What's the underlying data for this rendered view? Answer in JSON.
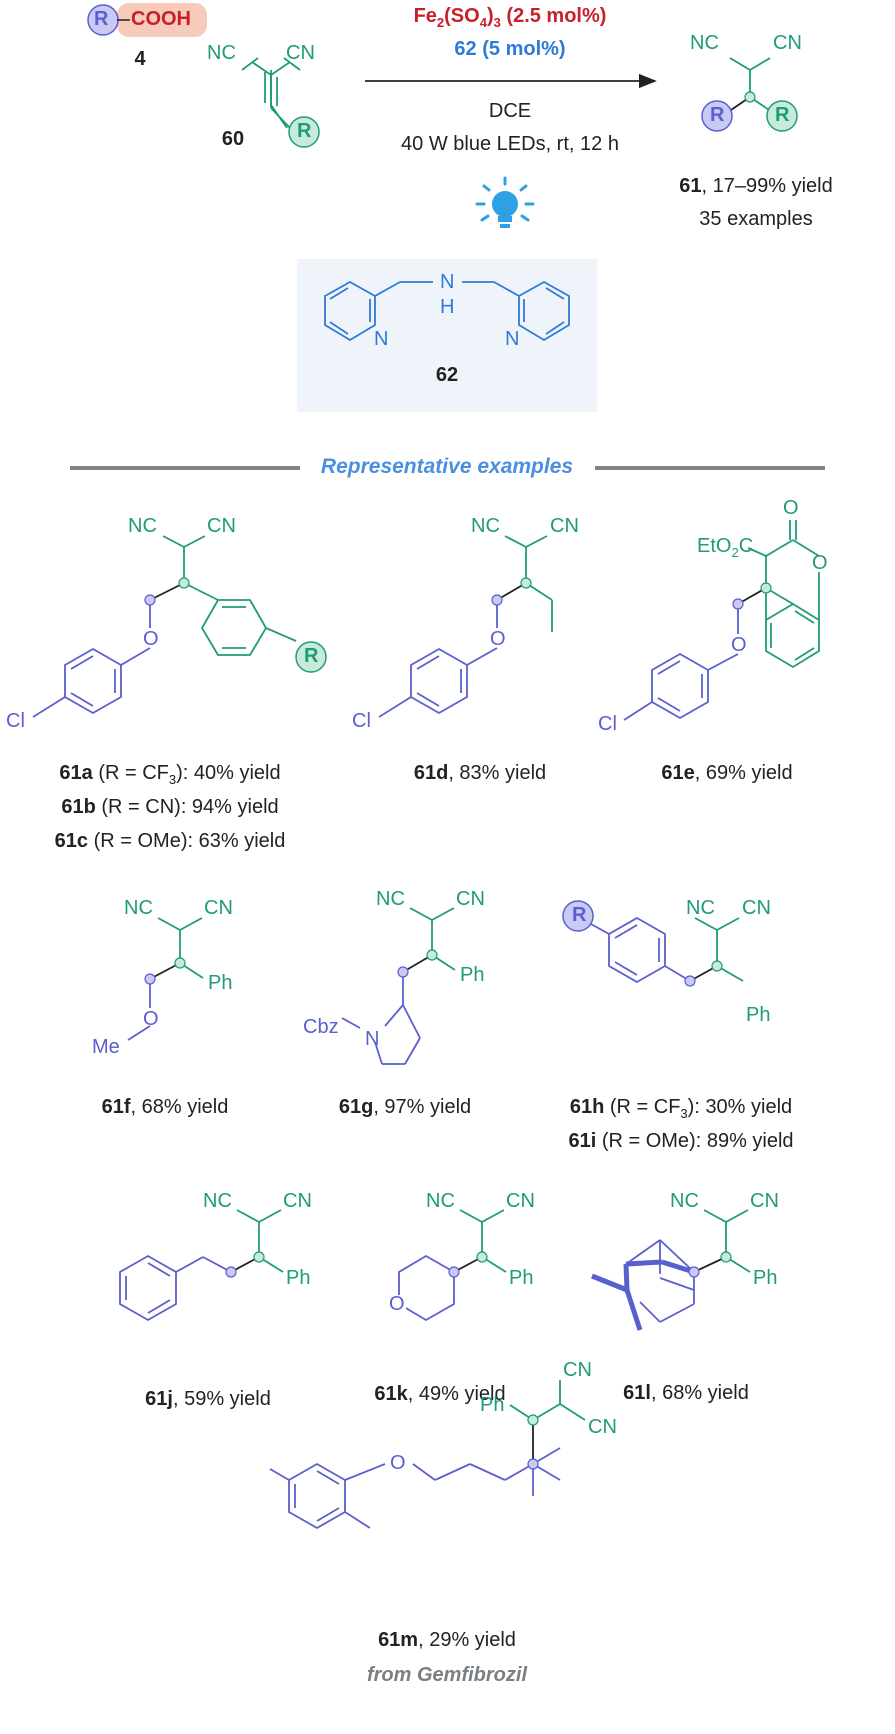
{
  "colors": {
    "green": "#1f9b7a",
    "violet": "#5a5fd0",
    "red": "#c8202a",
    "blue": "#2f7ad9",
    "box": "#eef4fa",
    "divider": "#7d8487"
  },
  "reagent1": {
    "r": "R",
    "cooh": "COOH",
    "number": "4"
  },
  "reagent2": {
    "nc": "NC",
    "cn": "CN",
    "r": "R",
    "number": "60"
  },
  "conditions": {
    "catalyst_main": "Fe",
    "catalyst_sub1": "2",
    "catalyst_mid": "(SO",
    "catalyst_sub2": "4",
    "catalyst_par": ")",
    "catalyst_sub3": "3",
    "catalyst_amount": " (2.5 mol%)",
    "ligand": "62 (5 mol%)",
    "solvent": "DCE",
    "light": "40 W blue LEDs, rt, 12 h",
    "icon": "lightbulb-icon"
  },
  "product": {
    "nc": "NC",
    "cn": "CN",
    "r1": "R",
    "r2": "R",
    "number": "61",
    "yield": ", 17–99% yield",
    "examples": "35 examples"
  },
  "ligand_box": {
    "nh": "H",
    "n_nh": "N",
    "n1": "N",
    "n2": "N",
    "number": "62"
  },
  "section_title": "Representative examples",
  "examples": {
    "a_bold": "61a",
    "a_rest": " (R = CF",
    "a_sub": "3",
    "a_end": "): 40% yield",
    "b_bold": "61b",
    "b_rest": " (R = CN): 94% yield",
    "c_bold": "61c",
    "c_rest": " (R = OMe): 63% yield",
    "d_bold": "61d",
    "d_rest": ", 83% yield",
    "e_bold": "61e",
    "e_rest": ", 69% yield",
    "f_bold": "61f",
    "f_rest": ", 68% yield",
    "g_bold": "61g",
    "g_rest": ", 97% yield",
    "h_bold": "61h",
    "h_rest": " (R = CF",
    "h_sub": "3",
    "h_end": "): 30% yield",
    "i_bold": "61i",
    "i_rest": " (R = OMe): 89% yield",
    "j_bold": "61j",
    "j_rest": ", 59% yield",
    "k_bold": "61k",
    "k_rest": ", 49% yield",
    "l_bold": "61l",
    "l_rest": ", 68% yield",
    "m_bold": "61m",
    "m_rest": ", 29% yield",
    "m_source": "from Gemfibrozil"
  },
  "atoms": {
    "nc": "NC",
    "cn": "CN",
    "cl": "Cl",
    "o": "O",
    "r": "R",
    "et": "EtO",
    "et_sub": "2",
    "et_c": "C",
    "ph": "Ph",
    "me": "Me",
    "cbz": "Cbz",
    "n": "N"
  }
}
